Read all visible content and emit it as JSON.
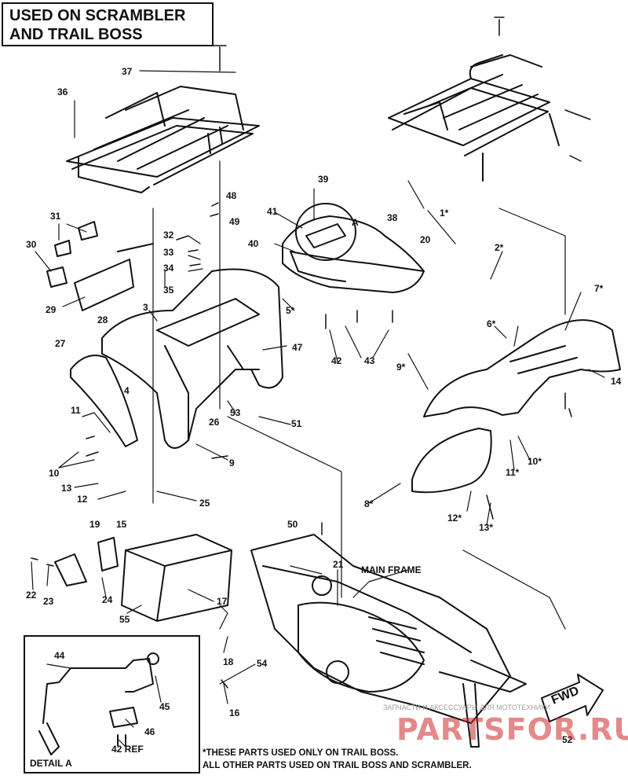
{
  "title": {
    "line1": "USED ON SCRAMBLER",
    "line2": "AND TRAIL BOSS"
  },
  "labels": {
    "l1": "1*",
    "l2": "2*",
    "l3": "3",
    "l4": "4",
    "l5": "5*",
    "l6": "6*",
    "l7": "7*",
    "l8": "8*",
    "l9a": "9*",
    "l9b": "9",
    "l10a": "10",
    "l10b": "10*",
    "l11a": "11",
    "l11b": "11*",
    "l12a": "12",
    "l12b": "12*",
    "l13a": "13",
    "l13b": "13*",
    "l14": "14",
    "l15": "15",
    "l16": "16",
    "l17": "17",
    "l18": "18",
    "l19": "19",
    "l20": "20",
    "l21": "21",
    "l22": "22",
    "l23": "23",
    "l24": "24",
    "l25": "25",
    "l26": "26",
    "l27": "27",
    "l28": "28",
    "l29": "29",
    "l30": "30",
    "l31": "31",
    "l32": "32",
    "l33": "33",
    "l34": "34",
    "l35": "35",
    "l36": "36",
    "l37": "37",
    "l38": "38",
    "l39": "39",
    "l40": "40",
    "l41": "41",
    "l42": "42",
    "l43": "43",
    "l44": "44",
    "l45": "45",
    "l46": "46",
    "l47": "47",
    "l48": "48",
    "l49": "49",
    "l50": "50",
    "l51": "51",
    "l52": "52",
    "l53": "53",
    "l54": "54",
    "l55": "55",
    "lA": "A",
    "l42ref": "42 REF",
    "main_frame": "MAIN FRAME"
  },
  "detail": {
    "title": "DETAIL A"
  },
  "footnote": {
    "line1": "*THESE PARTS USED ONLY ON TRAIL BOSS.",
    "line2": "ALL OTHER PARTS USED ON TRAIL BOSS AND SCRAMBLER."
  },
  "fwd_label": "FWD",
  "watermark": {
    "text": "ЗАПЧАСТИ И АКСЕССУАРЫ ДЛЯ МОТОТЕХНИКИ",
    "logo": "PARTSFOR.RU"
  }
}
